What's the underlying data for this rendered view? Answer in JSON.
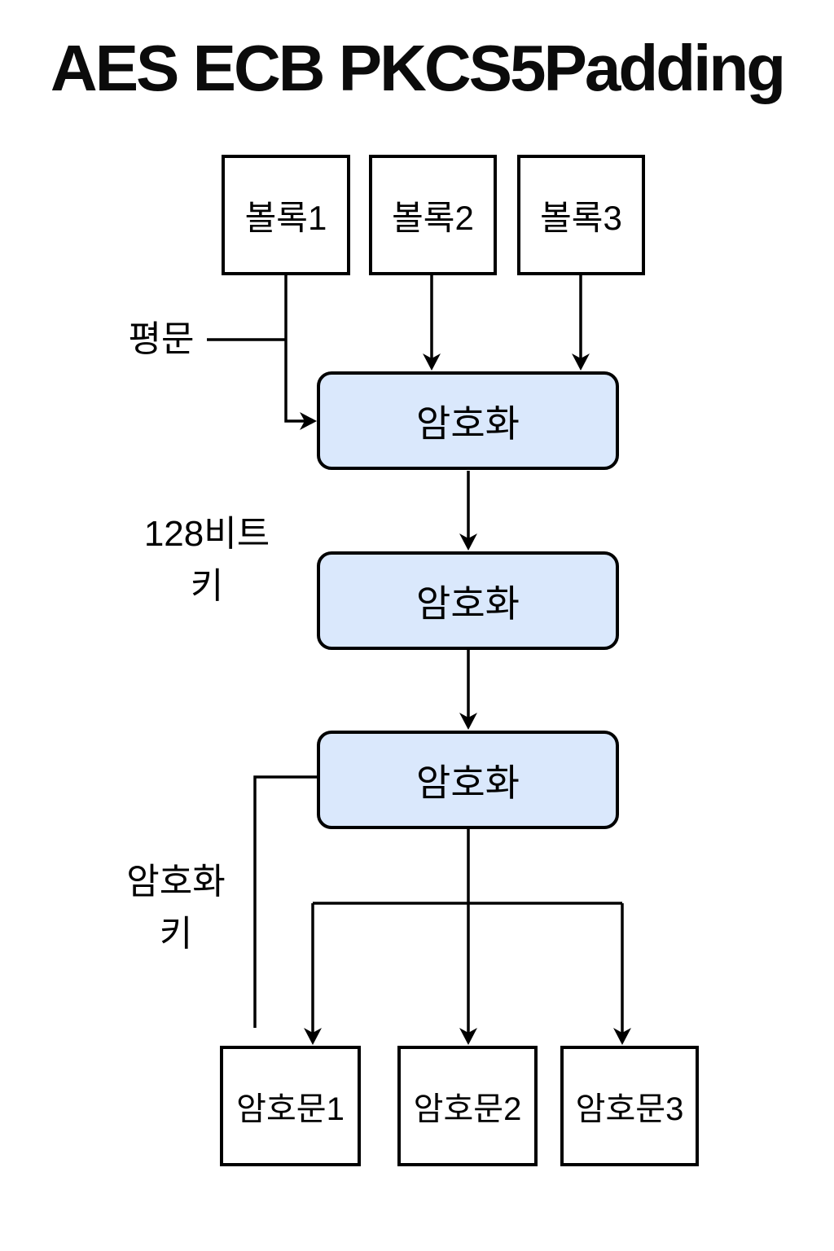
{
  "title": "AES ECB PKCS5Padding",
  "colors": {
    "encrypt_fill": "#dae8fc",
    "stroke": "#000000",
    "background": "#ffffff"
  },
  "nodes": {
    "plain_blocks": [
      {
        "label": "볼록1"
      },
      {
        "label": "볼록2"
      },
      {
        "label": "볼록3"
      }
    ],
    "encrypt_steps": [
      {
        "label": "암호화"
      },
      {
        "label": "암호화"
      },
      {
        "label": "암호화"
      }
    ],
    "cipher_blocks": [
      {
        "label": "암호문1"
      },
      {
        "label": "암호문2"
      },
      {
        "label": "암호문3"
      }
    ]
  },
  "labels": {
    "plaintext": "평문",
    "key_128_line1": "128비트",
    "key_128_line2": "키",
    "enc_key_line1": "암호화",
    "enc_key_line2": "키"
  }
}
